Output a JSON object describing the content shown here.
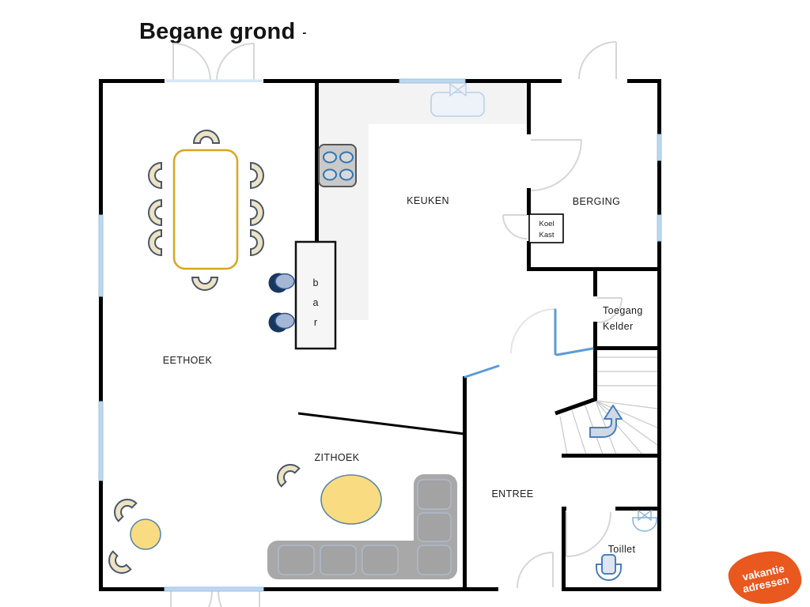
{
  "title": {
    "text": "Begane grond",
    "suffix": "-"
  },
  "rooms": {
    "eethoek": "EETHOEK",
    "keuken": "KEUKEN",
    "berging": "BERGING",
    "zithoek": "ZITHOEK",
    "entree": "ENTREE",
    "toegang_kelder": {
      "line1": "Toegang",
      "line2": "Kelder"
    },
    "koelkast": {
      "line1": "Koel",
      "line2": "Kast"
    },
    "toilet": "Toillet",
    "bar_letters": [
      "b",
      "a",
      "r"
    ]
  },
  "logo": {
    "line1": "vakantie",
    "line2": "adressen"
  },
  "icons": {
    "stairs_direction": "curved-arrow-up",
    "sink_faucet": "bowtie",
    "basin_faucet": "bowtie"
  },
  "colors": {
    "wall": "#000000",
    "window_fill": "#bdd7ee",
    "window_stroke": "#9dc3e6",
    "kitchen_floor": "#f3f3f3",
    "table_outline": "#d9a521",
    "chair_fill": "#ece3c3",
    "chair_stroke": "#4a5568",
    "accent_yellow": "#f9dc82",
    "accent_yellow_stroke": "#5b87a8",
    "sofa_gray": "#969696",
    "stool_dark": "#17375e",
    "stool_seat": "#a6b7d4",
    "door_arc_gray": "#d9d9d9",
    "open_door_blue": "#5b9bd5",
    "fixture_blue": "#4a7ebb",
    "arrow_fill": "#cfd9e6",
    "arrow_stroke": "#4a7ebb",
    "logo_orange": "#e8581f",
    "text": "#1c1c1c"
  }
}
